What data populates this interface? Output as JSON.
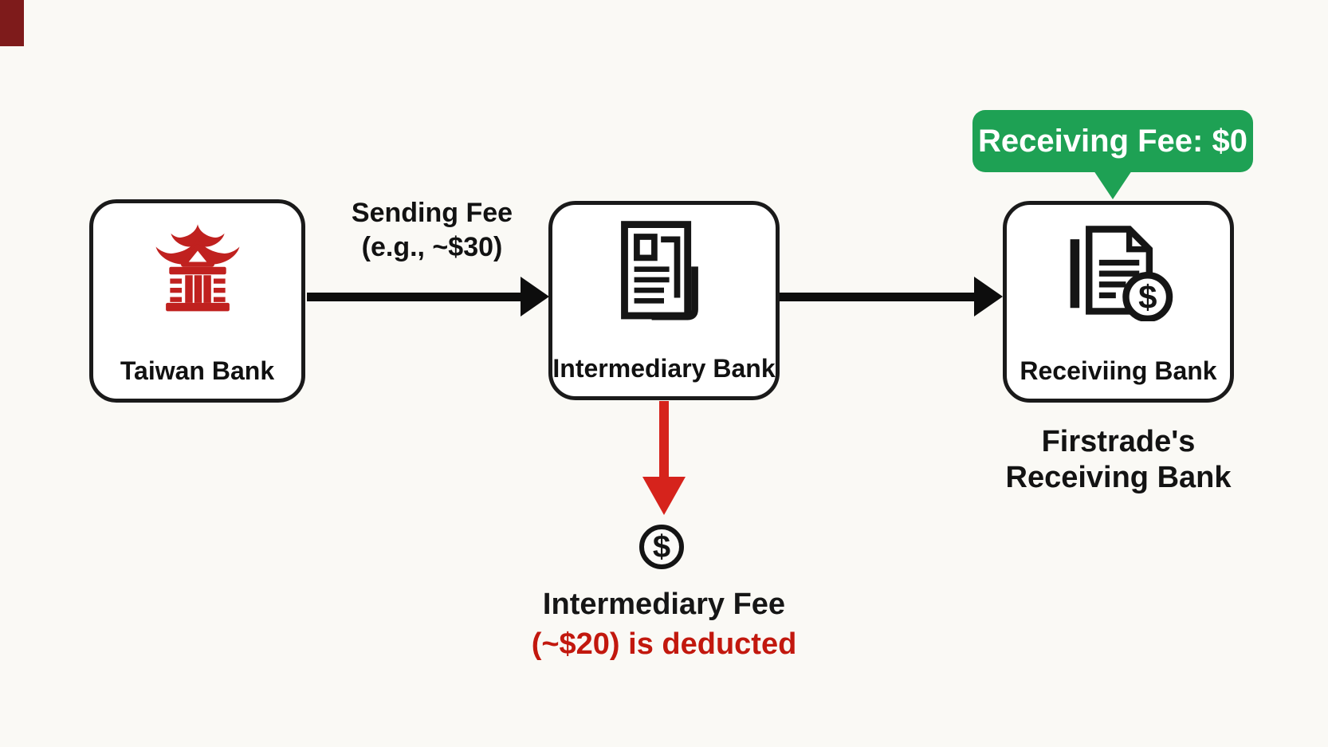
{
  "diagram": {
    "badge": {
      "text": "Receiving Fee: $0"
    },
    "nodes": {
      "taiwan": {
        "label": "Taiwan Bank",
        "icon": "temple-bank-icon"
      },
      "intermediary": {
        "label": "Intermediary Bank",
        "icon": "documents-icon"
      },
      "receiving": {
        "label": "Receiviing Bank",
        "icon": "document-dollar-icon"
      }
    },
    "captions": {
      "receiving_line1": "Firstrade's",
      "receiving_line2": "Receiving Bank",
      "fee_title": "Intermediary Fee",
      "fee_detail": "(~$20) is deducted"
    },
    "edges": {
      "sending_label_line1": "Sending Fee",
      "sending_label_line2": "(e.g., ~$30)"
    },
    "symbols": {
      "dollar": "$"
    },
    "colors": {
      "icon_red": "#c0211f",
      "arrow_red": "#d6231c",
      "fee_text_red": "#c2180e",
      "badge_green": "#1ea154",
      "ink": "#141414",
      "background": "#faf9f5"
    }
  }
}
